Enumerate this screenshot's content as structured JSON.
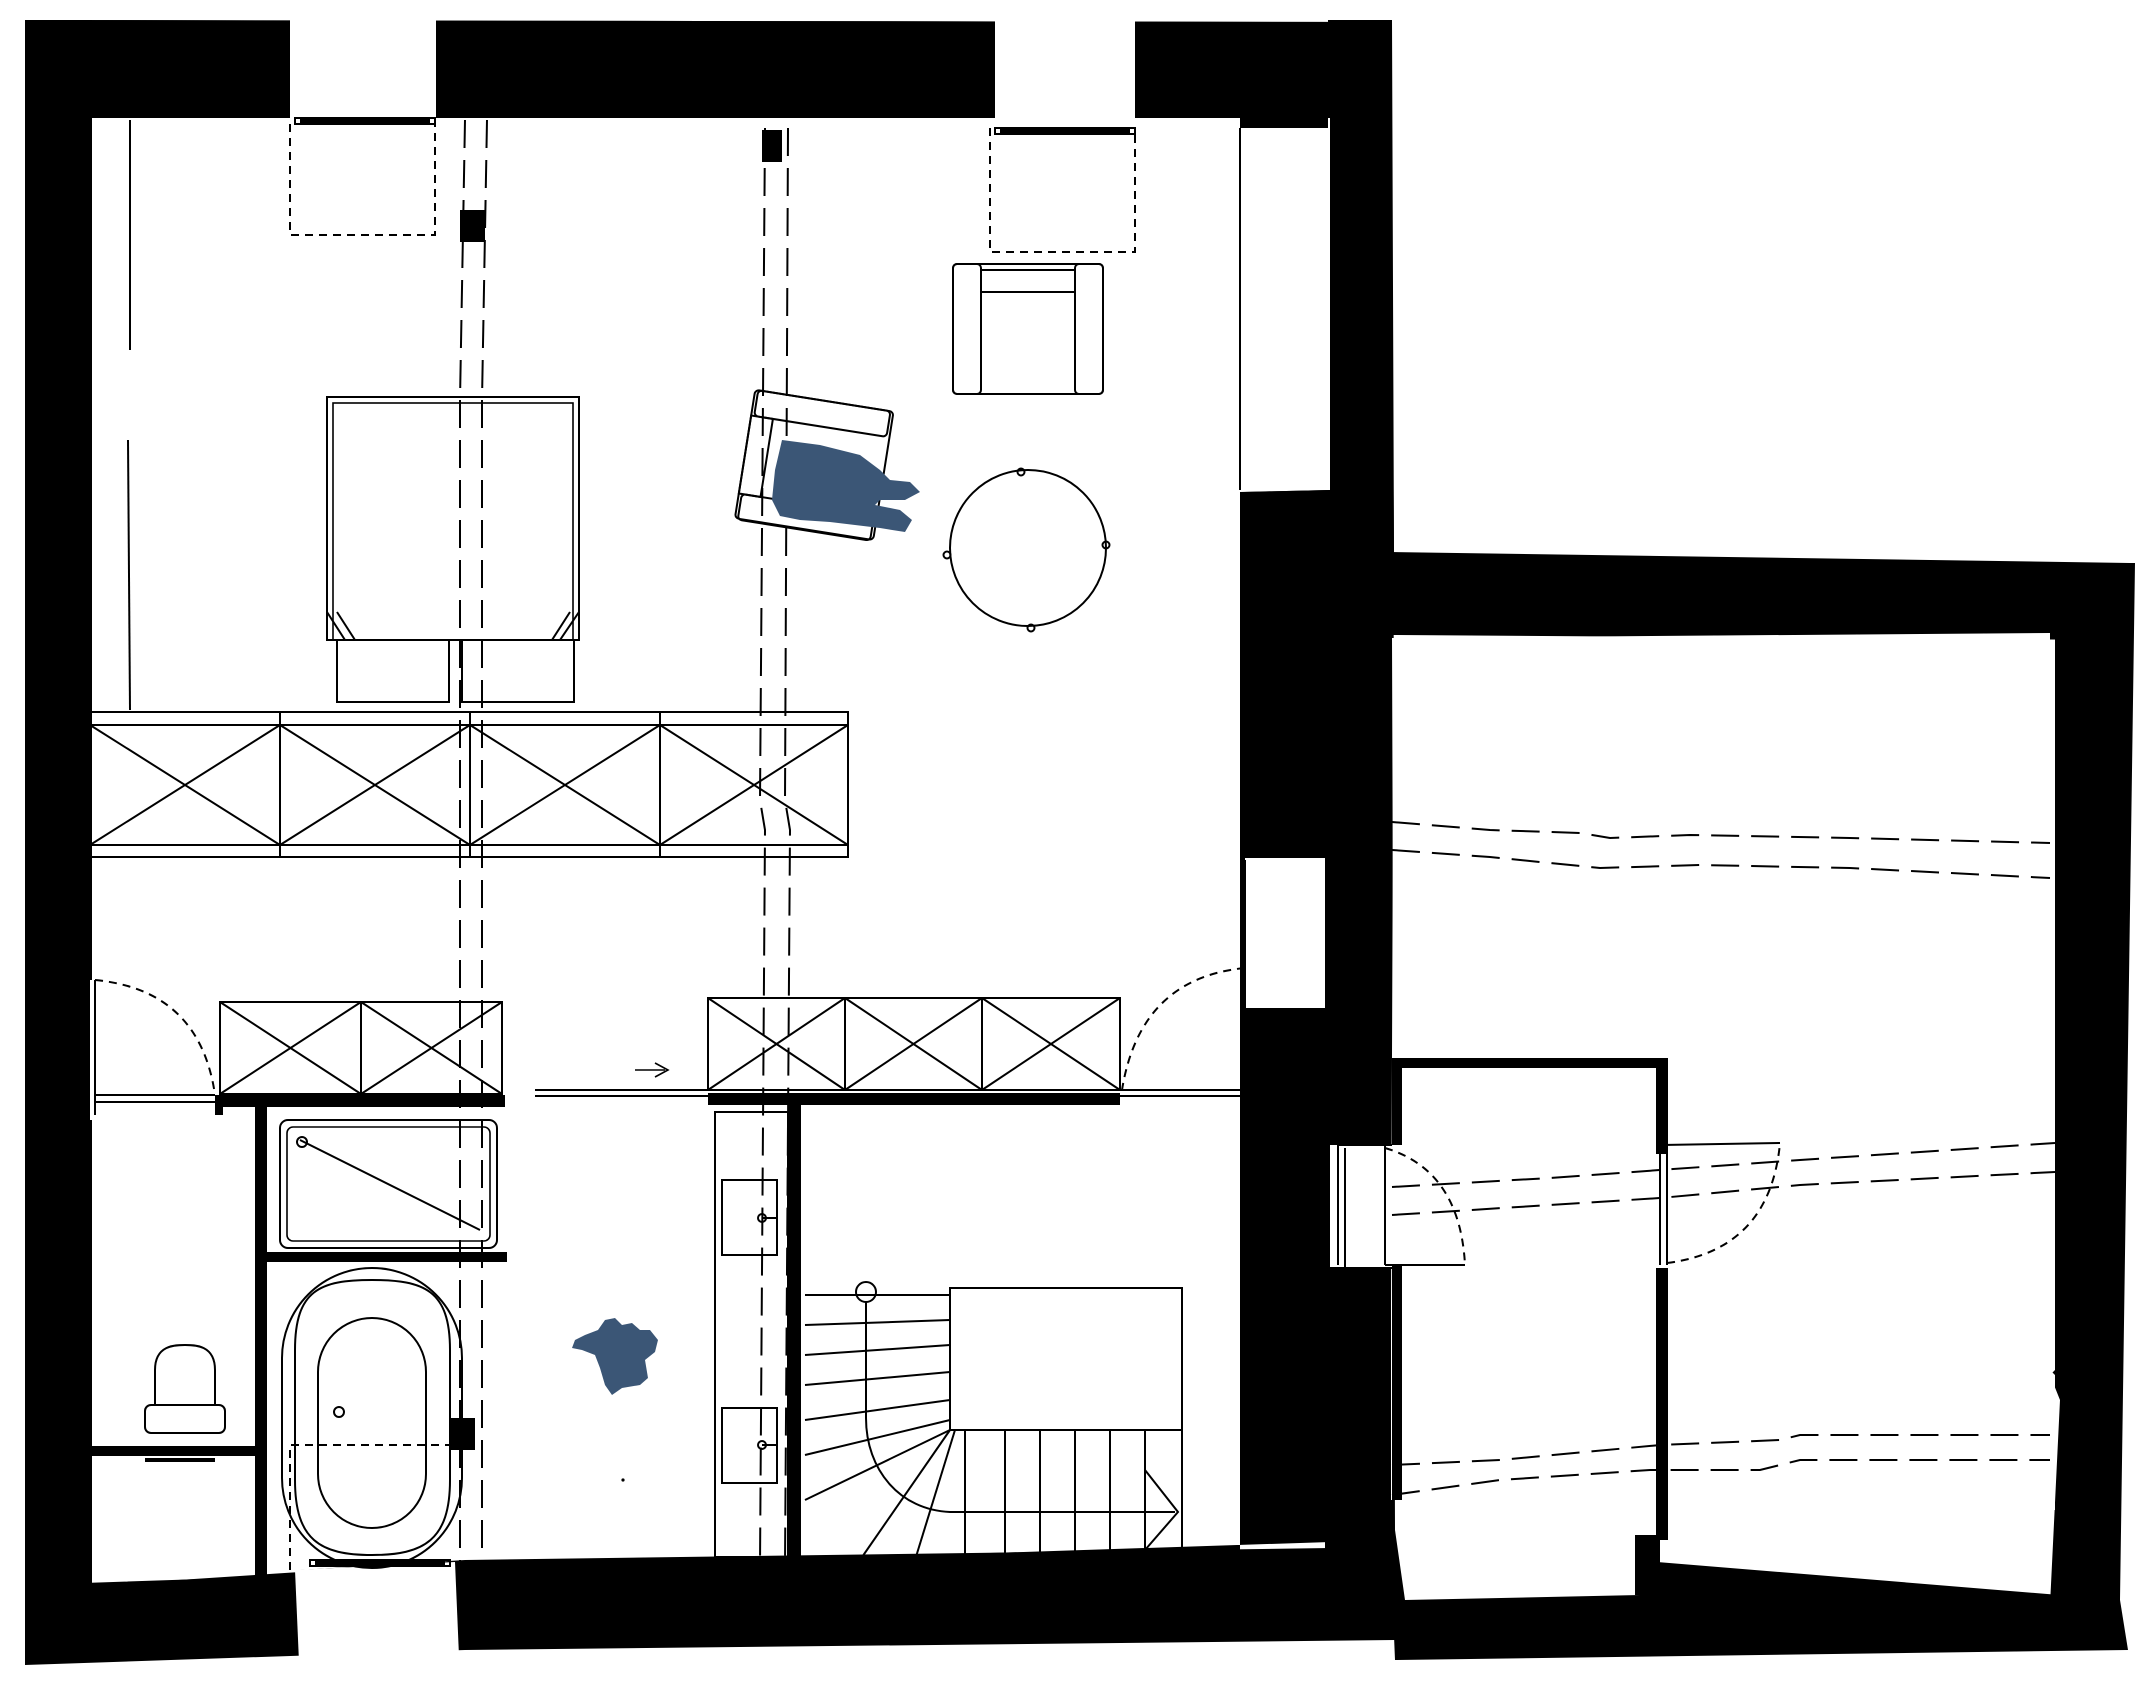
{
  "drawing": {
    "type": "floor-plan",
    "colors": {
      "background": "#ffffff",
      "wall": "#000000",
      "line": "#000000",
      "figure": "#3b5676"
    },
    "rooms": [
      "bedroom-living",
      "bathroom",
      "wc",
      "hallway",
      "stair",
      "storage-room",
      "closet"
    ]
  }
}
